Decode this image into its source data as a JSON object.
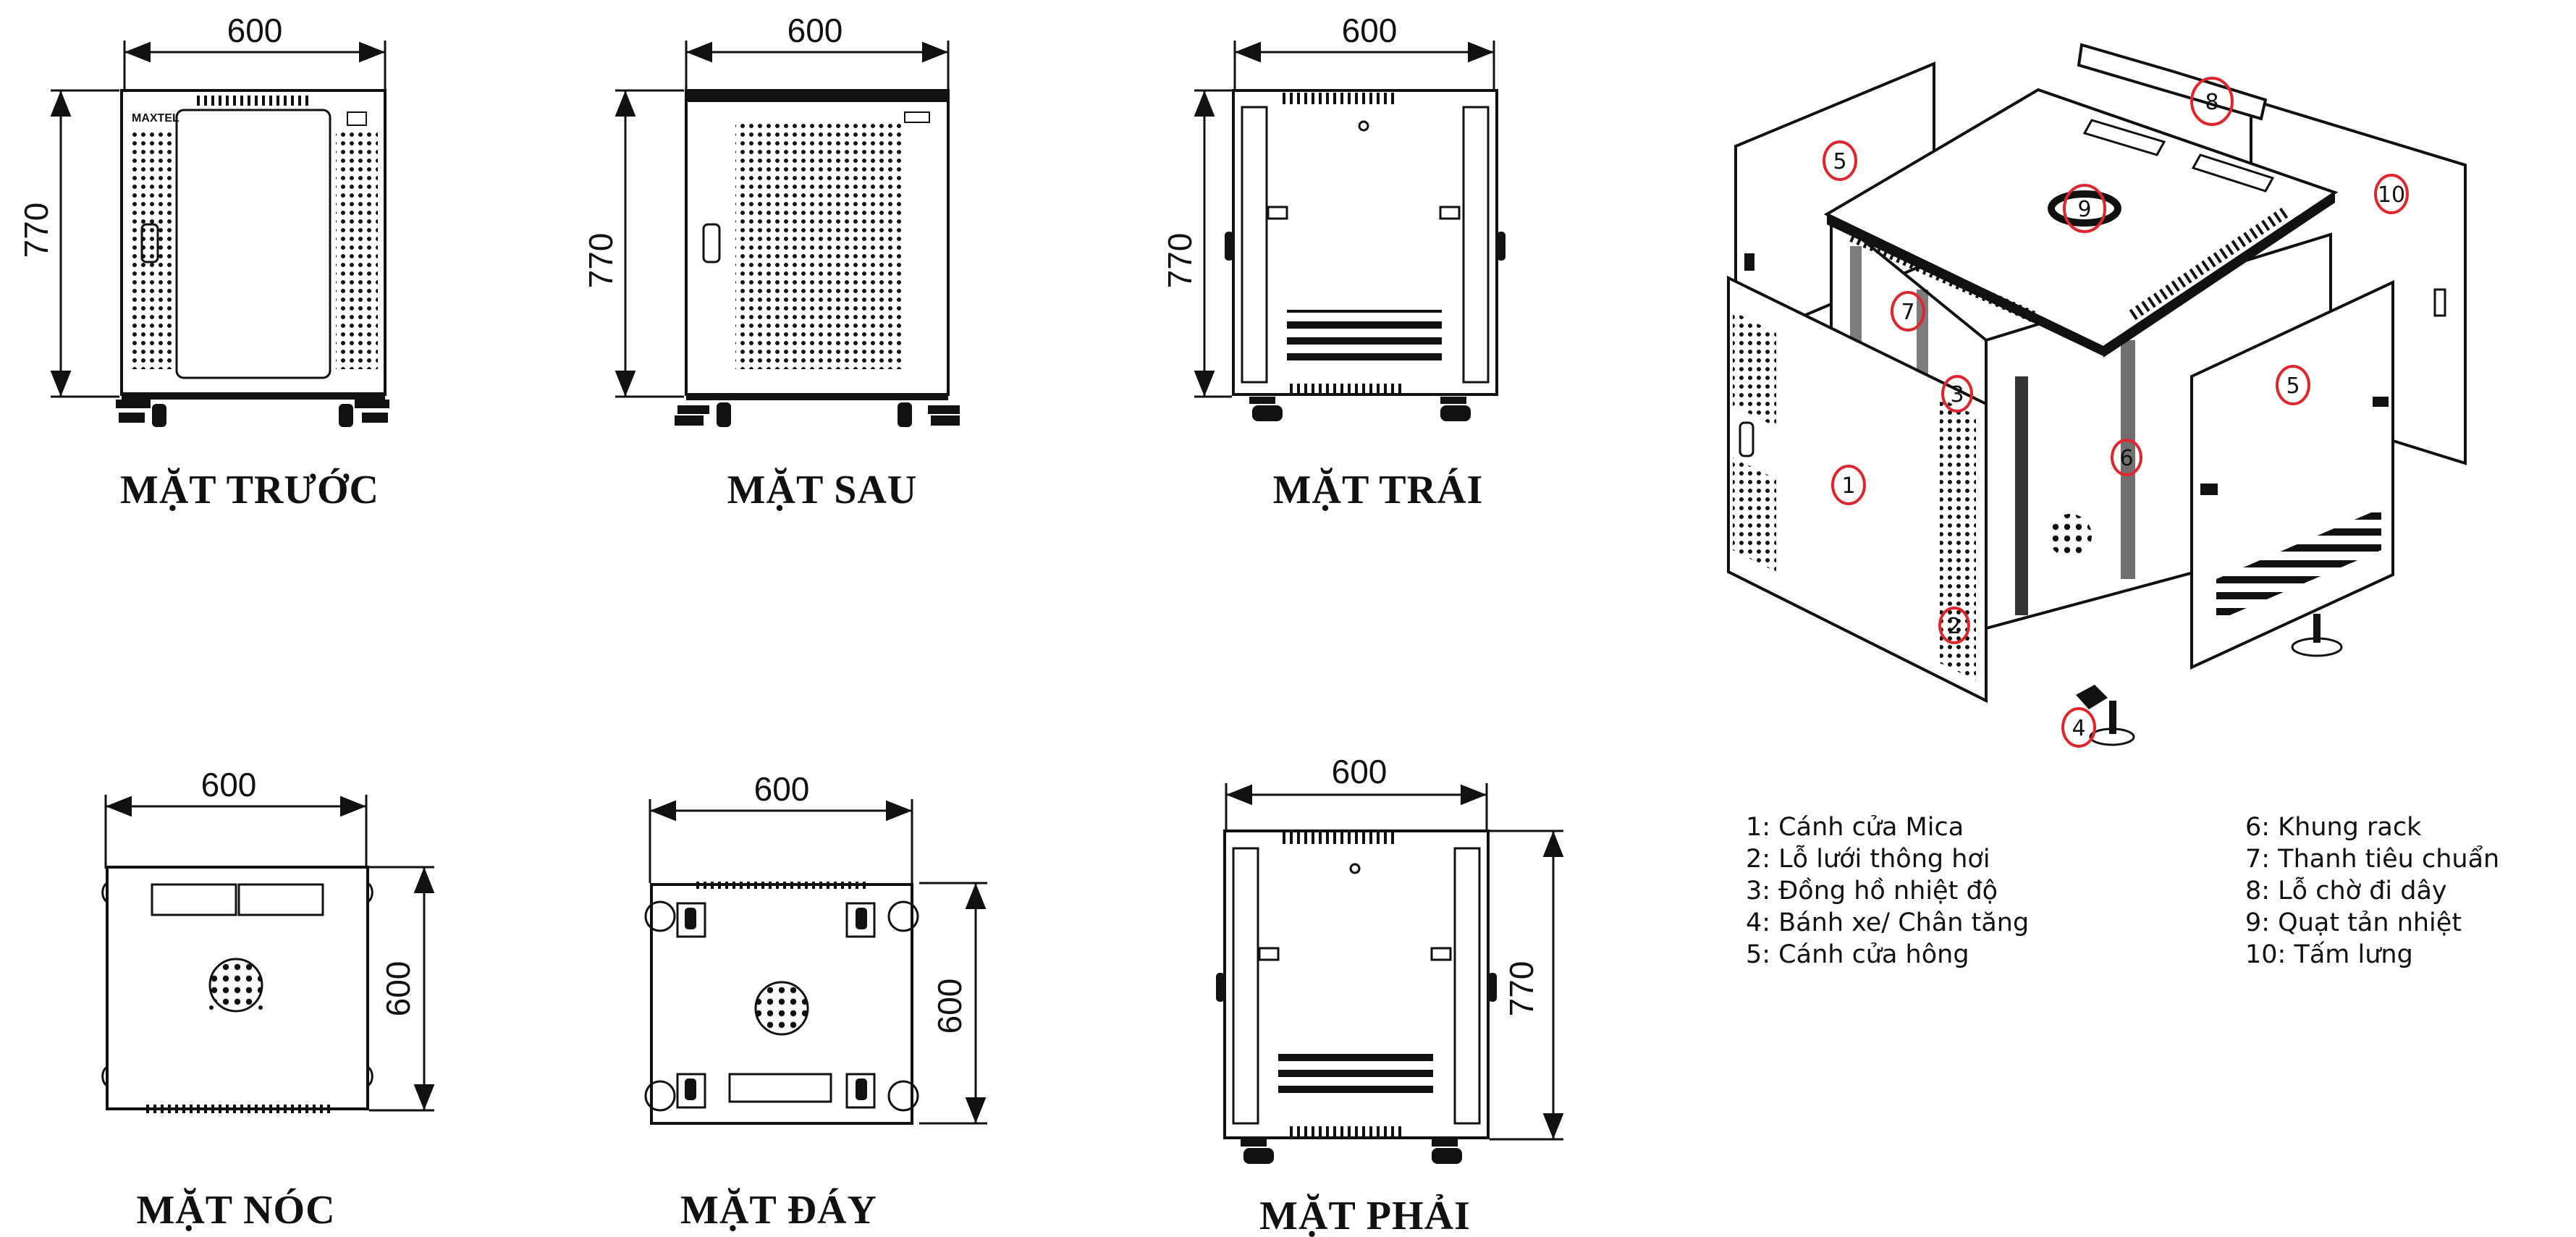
{
  "views": {
    "front": {
      "caption": "MẶT TRƯỚC",
      "width": "600",
      "height": "770",
      "brand": "MAXTEL"
    },
    "rear": {
      "caption": "MẶT SAU",
      "width": "600",
      "height": "770"
    },
    "left": {
      "caption": "MẶT TRÁI",
      "width": "600",
      "height": "770"
    },
    "top": {
      "caption": "MẶT NÓC",
      "width": "600",
      "depth": "600"
    },
    "bottom": {
      "caption": "MẶT ĐÁY",
      "width": "600",
      "depth": "600"
    },
    "right": {
      "caption": "MẶT PHẢI",
      "width": "600",
      "height": "770"
    }
  },
  "callouts": [
    "1",
    "2",
    "3",
    "4",
    "5",
    "5",
    "6",
    "7",
    "8",
    "9",
    "10"
  ],
  "legend": {
    "left": [
      "1: Cánh cửa Mica",
      "2: Lỗ lưới thông hơi",
      "3: Đồng hồ nhiệt độ",
      "4: Bánh xe/ Chân tăng",
      "5: Cánh cửa hông"
    ],
    "right": [
      "6: Khung rack",
      "7: Thanh tiêu chuẩn",
      "8: Lỗ chờ đi dây",
      "9: Quạt tản nhiệt",
      "10: Tấm lưng"
    ]
  },
  "colors": {
    "line": "#111111",
    "callout": "#e0262d",
    "background": "#ffffff"
  }
}
